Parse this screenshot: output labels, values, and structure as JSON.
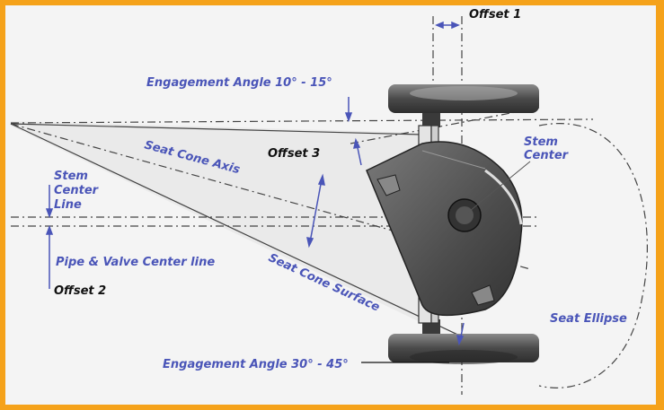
{
  "labels": {
    "offset1": "Offset 1",
    "engagement_top": "Engagement Angle 10° - 15°",
    "seat_cone_axis": "Seat Cone Axis",
    "offset3": "Offset 3",
    "stem_center": "Stem",
    "stem_center2": "Center",
    "stem_center_line1": "Stem",
    "stem_center_line2": "Center",
    "stem_center_line3": "Line",
    "pipe_center_line": "Pipe & Valve Center line",
    "offset2": "Offset 2",
    "seat_cone_surface": "Seat Cone Surface",
    "seat_ellipse": "Seat Ellipse",
    "engagement_bottom": "Engagement Angle 30° - 45°"
  },
  "colors": {
    "label_blue": "#4a55b8",
    "label_black": "#111111",
    "border_orange": "#f5a21a",
    "valve_dark": "#4a4a4a",
    "background": "#f4f4f4"
  }
}
